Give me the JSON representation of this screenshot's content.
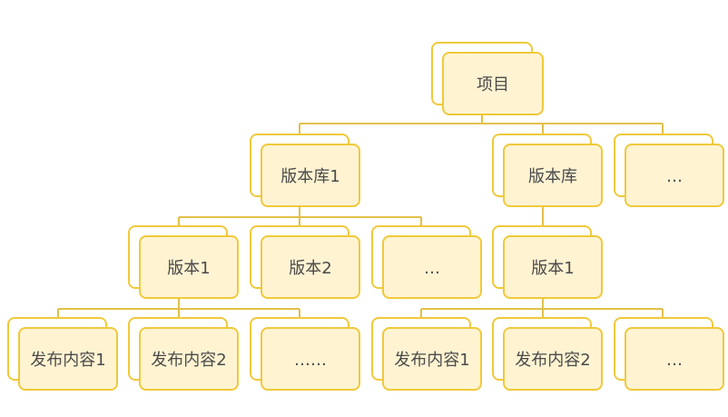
{
  "colors": {
    "stroke": "#f0c93a",
    "edge": "#e2c04a",
    "fill_front": "#fff3d2",
    "fill_back": "#ffffff",
    "text": "#4a4a4a"
  },
  "nodes": {
    "project": {
      "label": "项目"
    },
    "repo1": {
      "label": "版本库1"
    },
    "repo2": {
      "label": "版本库"
    },
    "repo_more": {
      "label": "…"
    },
    "repo1_v1": {
      "label": "版本1"
    },
    "repo1_v2": {
      "label": "版本2"
    },
    "repo1_more": {
      "label": "…"
    },
    "repo2_v1": {
      "label": "版本1"
    },
    "r1v1_c1": {
      "label": "发布内容1"
    },
    "r1v1_c2": {
      "label": "发布内容2"
    },
    "r1v1_more": {
      "label": "……"
    },
    "r2v1_c1": {
      "label": "发布内容1"
    },
    "r2v1_c2": {
      "label": "发布内容2"
    },
    "r2v1_more": {
      "label": "…"
    }
  }
}
